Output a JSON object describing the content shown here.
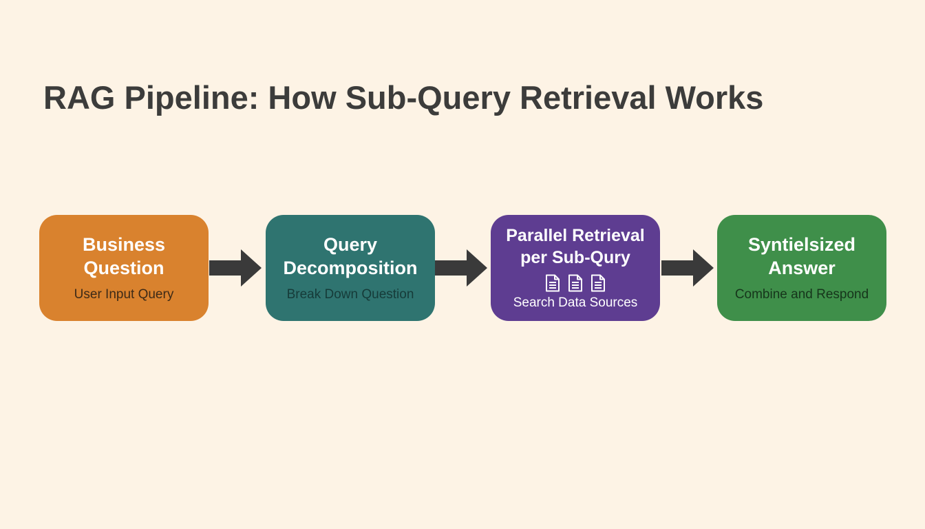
{
  "title": "RAG Pipeline: How Sub-Query Retrieval Works",
  "steps": [
    {
      "title_line1": "Business",
      "title_line2": "Question",
      "subtitle": "User Input Query",
      "color": "#d9822e"
    },
    {
      "title_line1": "Query",
      "title_line2": "Decomposition",
      "subtitle": "Break Down Question",
      "color": "#2f7470"
    },
    {
      "title_line1": "Parallel Retrieval",
      "title_line2": "per Sub-Qury",
      "subtitle": "Search Data Sources",
      "icon": "document-icon",
      "color": "#5e3d91"
    },
    {
      "title_line1": "Syntielsized",
      "title_line2": "Answer",
      "subtitle": "Combine and Respond",
      "color": "#3f8f4a"
    }
  ],
  "colors": {
    "background": "#fdf3e5",
    "title": "#3c3c3b",
    "arrow": "#3a3a3a"
  }
}
